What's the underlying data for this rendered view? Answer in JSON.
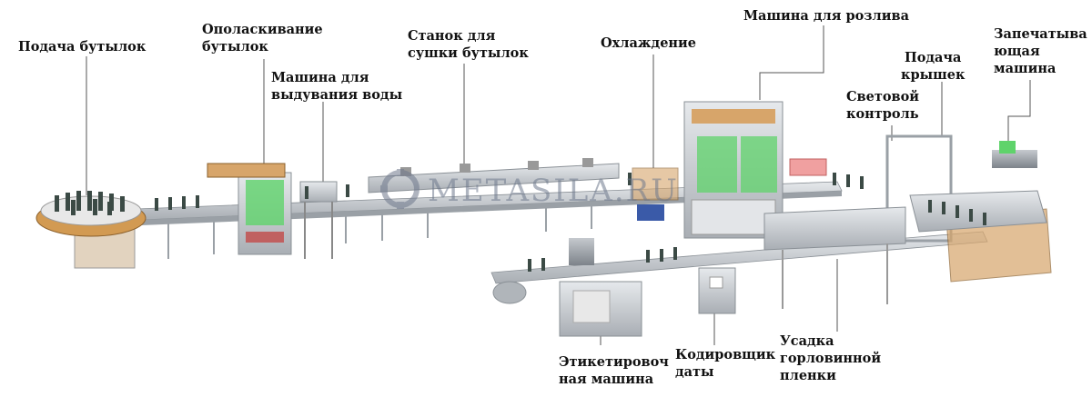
{
  "watermark": "METASILA.RU",
  "labels": {
    "bottle_feed": "Подача бутылок",
    "rinsing": "Ополаскивание\nбутылок",
    "blowing": "Машина для\nвыдувания воды",
    "drying": "Станок для\nсушки бутылок",
    "cooling": "Охлаждение",
    "filling": "Машина для розлива",
    "cap_feed": "Подача\nкрышек",
    "light_control": "Световой\nконтроль",
    "sealing": "Запечатыва\nющая\nмашина",
    "labeling": "Этикетировоч\nная машина",
    "date_coder": "Кодировщик\nдаты",
    "shrink": "Усадка\nгорловинной\nпленки"
  },
  "colors": {
    "frame": "#b9bec4",
    "green_panel": "#5fd36b",
    "wood": "#d7a56a",
    "bottle": "#3b4a45"
  }
}
